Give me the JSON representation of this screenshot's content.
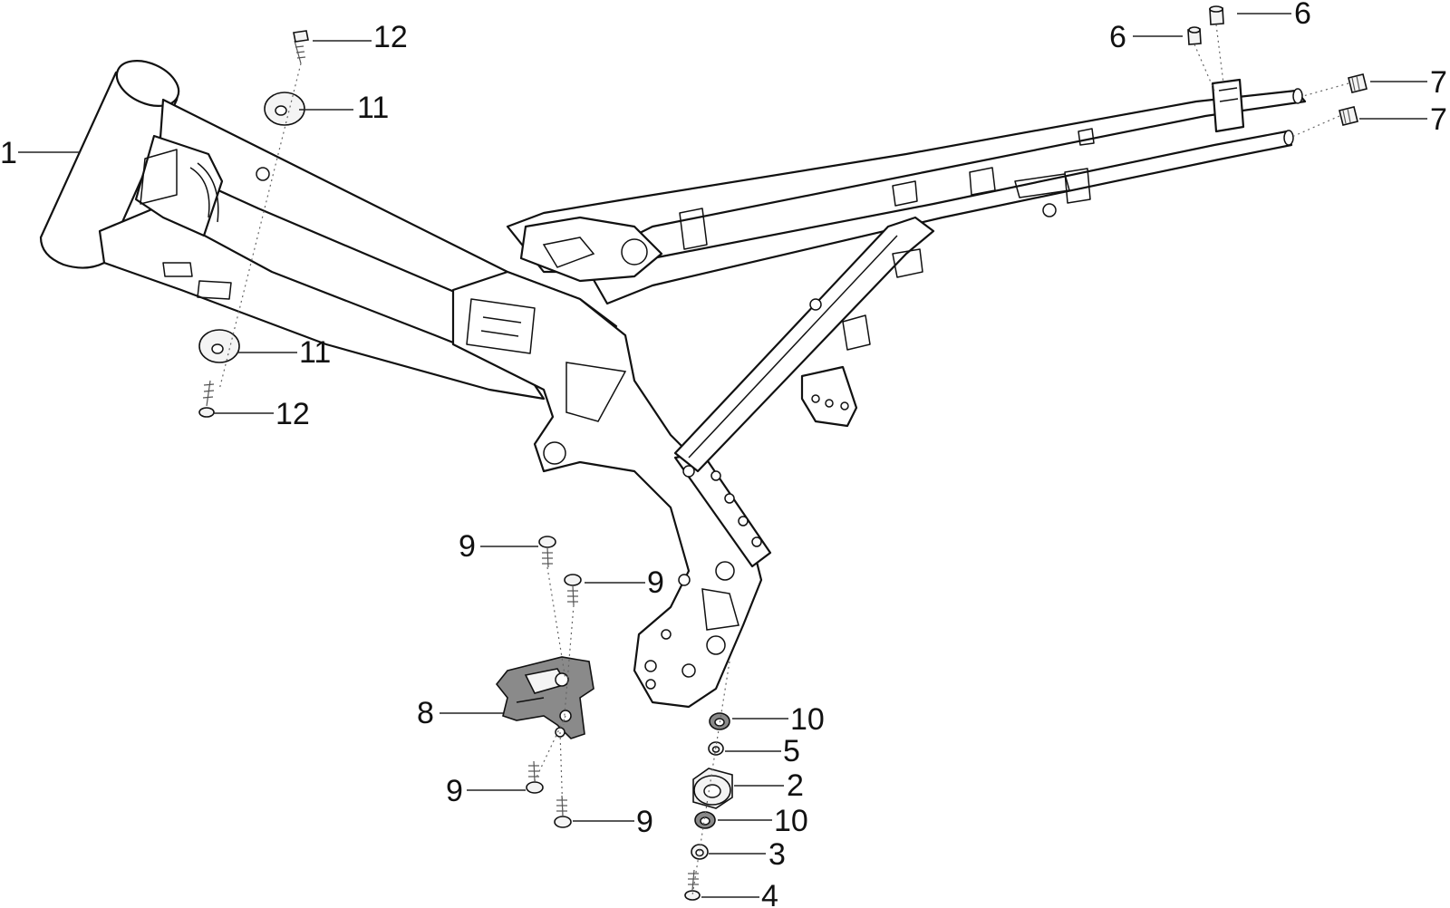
{
  "callouts": {
    "c1": "1",
    "c2": "2",
    "c3": "3",
    "c4": "4",
    "c5": "5",
    "c6a": "6",
    "c6b": "6",
    "c7a": "7",
    "c7b": "7",
    "c8": "8",
    "c9a": "9",
    "c9b": "9",
    "c9c": "9",
    "c9d": "9",
    "c10a": "10",
    "c10b": "10",
    "c11a": "11",
    "c11b": "11",
    "c12a": "12",
    "c12b": "12"
  }
}
